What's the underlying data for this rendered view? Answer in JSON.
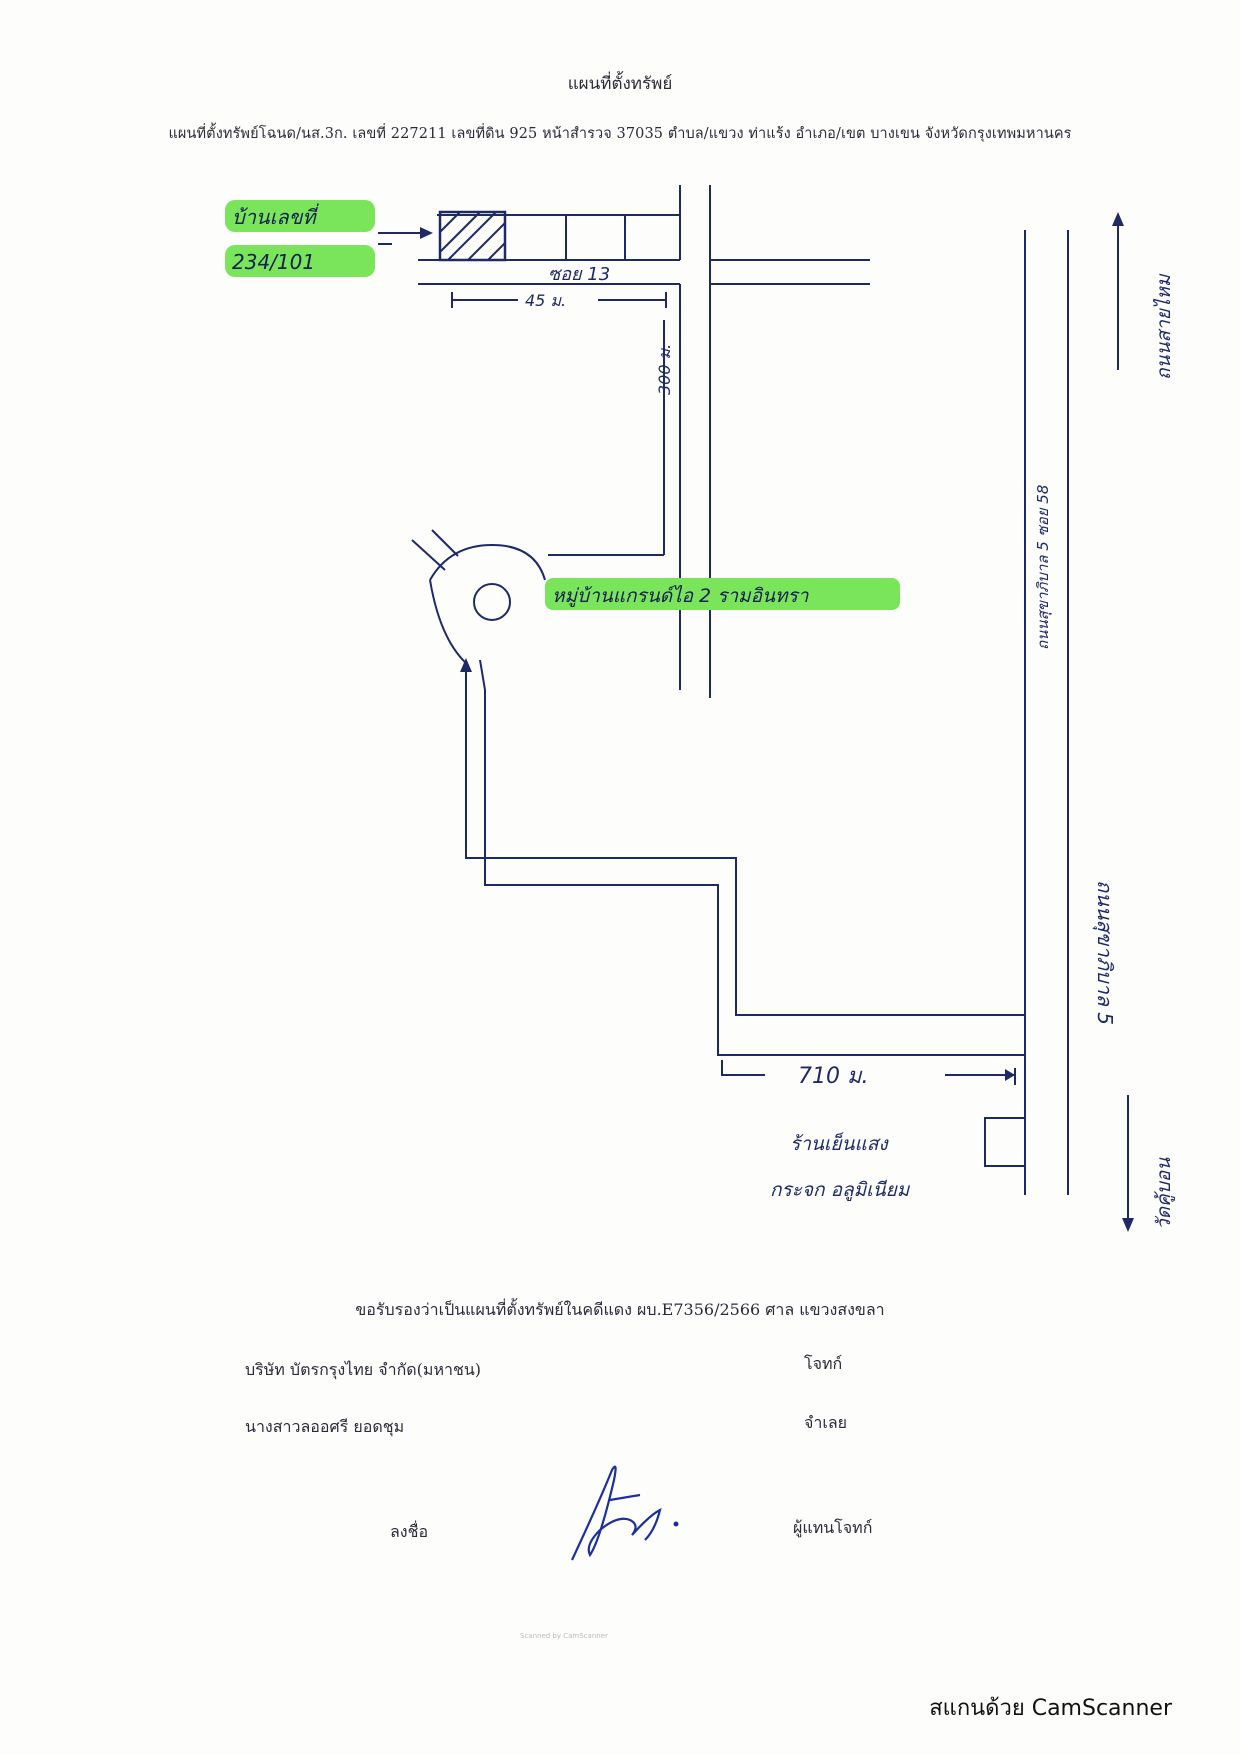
{
  "document": {
    "title": "แผนที่ตั้งทรัพย์",
    "subtitle": "แผนที่ตั้งทรัพย์โฉนด/นส.3ก. เลขที่ 227211  เลขที่ดิน  925 หน้าสำรวจ 37035  ตำบล/แขวง ท่าแร้ง  อำเภอ/เขต บางเขน จังหวัดกรุงเทพมหานคร"
  },
  "map": {
    "house_label_line1": "บ้านเลขที่",
    "house_label_line2": "234/101",
    "soi_label": "ซอย 13",
    "dist_45": "45 ม.",
    "dist_300": "300 ม.",
    "village_label": "หมู่บ้านแกรนด์ไอ 2 รามอินทรา",
    "road_east_label": "ถนนสุขาภิบาล 5 ซอย 58",
    "main_road_label": "ถนนสุขาภิบาล 5",
    "dist_710": "710  ม.",
    "store_line1": "ร้านเย็นแสง",
    "store_line2": "กระจก อลูมิเนียม",
    "dir_up": "ถนนสายไหม",
    "dir_down": "วัดคู้บอน",
    "colors": {
      "highlight": "#7ae55a",
      "ink": "#1e2a66"
    }
  },
  "certification": {
    "statement": "ขอรับรองว่าเป็นแผนที่ตั้งทรัพย์ในคดีแดง ผบ.E7356/2566  ศาล  แขวงสงขลา",
    "plaintiff_name": "บริษัท บัตรกรุงไทย จำกัด(มหาชน)",
    "plaintiff_role": "โจทก์",
    "defendant_name": "นางสาวลออศรี  ยอดชุม",
    "defendant_role": "จำเลย",
    "sign_label": "ลงชื่อ",
    "sign_role": "ผู้แทนโจทก์"
  },
  "footer": {
    "brand": "สแกนด้วย CamScanner",
    "watermark": "Scanned by CamScanner"
  }
}
